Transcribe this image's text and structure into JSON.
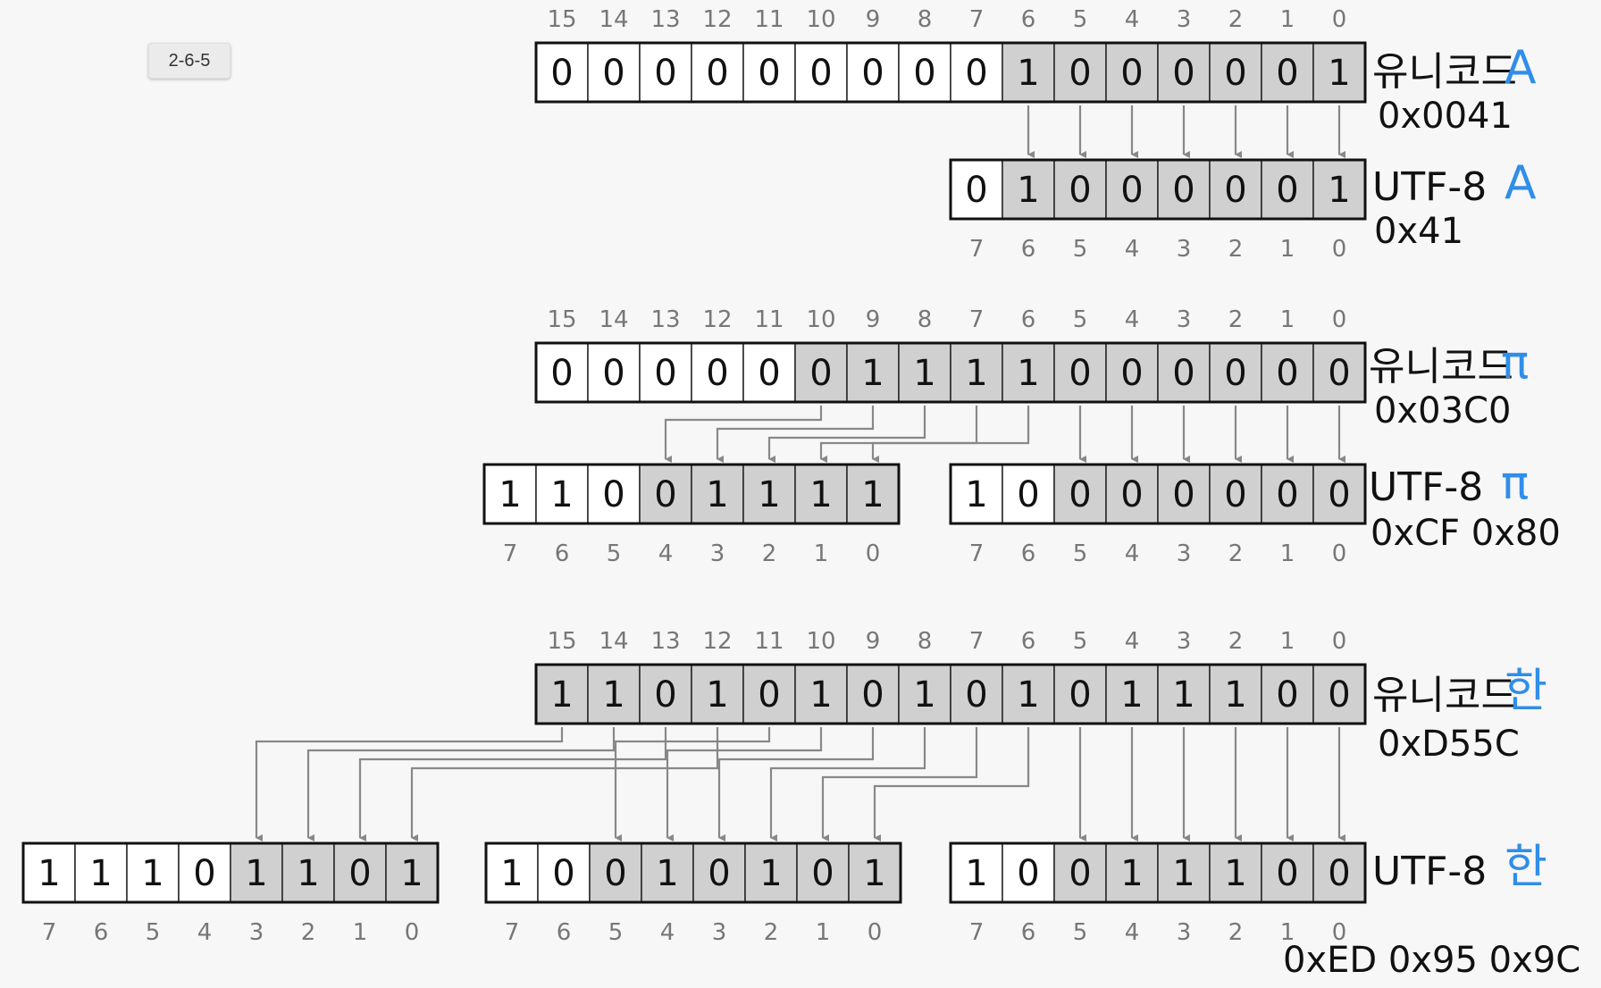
{
  "badge": "2-6-5",
  "colors": {
    "highlight": "#d0d0d0",
    "plain": "#ffffff",
    "glyph": "#2f8ee8",
    "arrow": "#888888"
  },
  "sections": [
    {
      "unicode_label": "유니코드",
      "glyph": "A",
      "unicode_hex": "0x0041",
      "unicode_bits": "0000000001000001",
      "unicode_highlight_from": 6,
      "utf8_label": "UTF-8",
      "utf8_glyph": "A",
      "utf8_hex": "0x41",
      "bytes": [
        {
          "bits": "01000001",
          "highlight_from": 6
        }
      ]
    },
    {
      "unicode_label": "유니코드",
      "glyph": "π",
      "unicode_hex": "0x03C0",
      "unicode_bits": "0000001111000000",
      "unicode_highlight_from": 10,
      "utf8_label": "UTF-8",
      "utf8_glyph": "π",
      "utf8_hex": "0xCF  0x80",
      "bytes": [
        {
          "bits": "11001111",
          "highlight_from": 4
        },
        {
          "bits": "10000000",
          "highlight_from": 5
        }
      ]
    },
    {
      "unicode_label": "유니코드",
      "glyph": "한",
      "unicode_hex": "0xD55C",
      "unicode_bits": "1101010101011100",
      "unicode_highlight_from": 15,
      "utf8_label": "UTF-8",
      "utf8_glyph": "한",
      "utf8_hex": "0xED  0x95  0x9C",
      "bytes": [
        {
          "bits": "11101101",
          "highlight_from": 3
        },
        {
          "bits": "10010101",
          "highlight_from": 5
        },
        {
          "bits": "10011100",
          "highlight_from": 5
        }
      ]
    }
  ]
}
